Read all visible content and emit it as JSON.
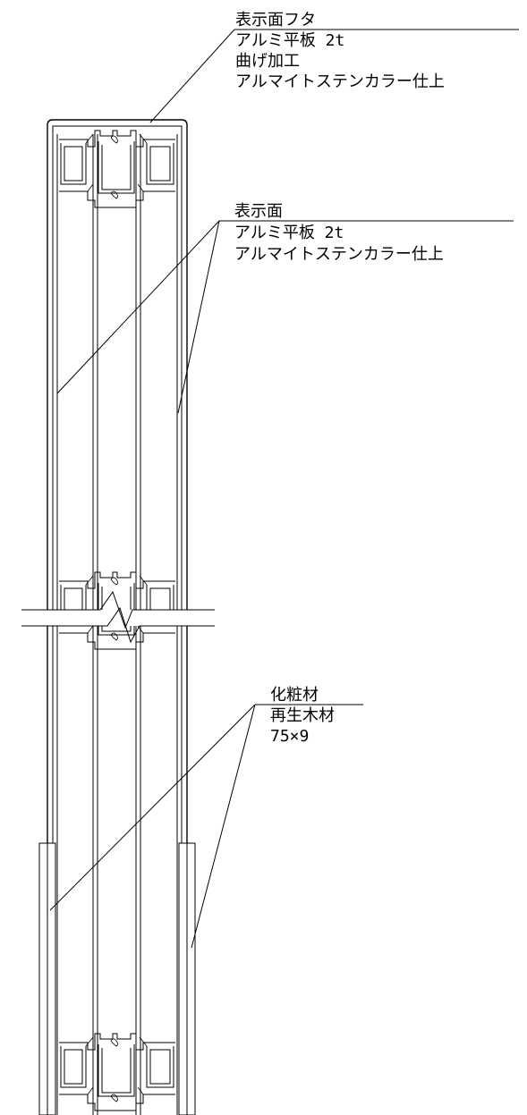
{
  "callouts": [
    {
      "id": "cover",
      "lines": [
        "表示面フタ",
        "アルミ平板 2t",
        "曲げ加工",
        "アルマイトステンカラー仕上"
      ]
    },
    {
      "id": "face",
      "lines": [
        "表示面",
        "アルミ平板 2t",
        "アルマイトステンカラー仕上"
      ]
    },
    {
      "id": "cladding",
      "lines": [
        "化粧材",
        "再生木材",
        "75×9"
      ]
    }
  ],
  "colors": {
    "line": "#000000",
    "background": "#ffffff"
  }
}
